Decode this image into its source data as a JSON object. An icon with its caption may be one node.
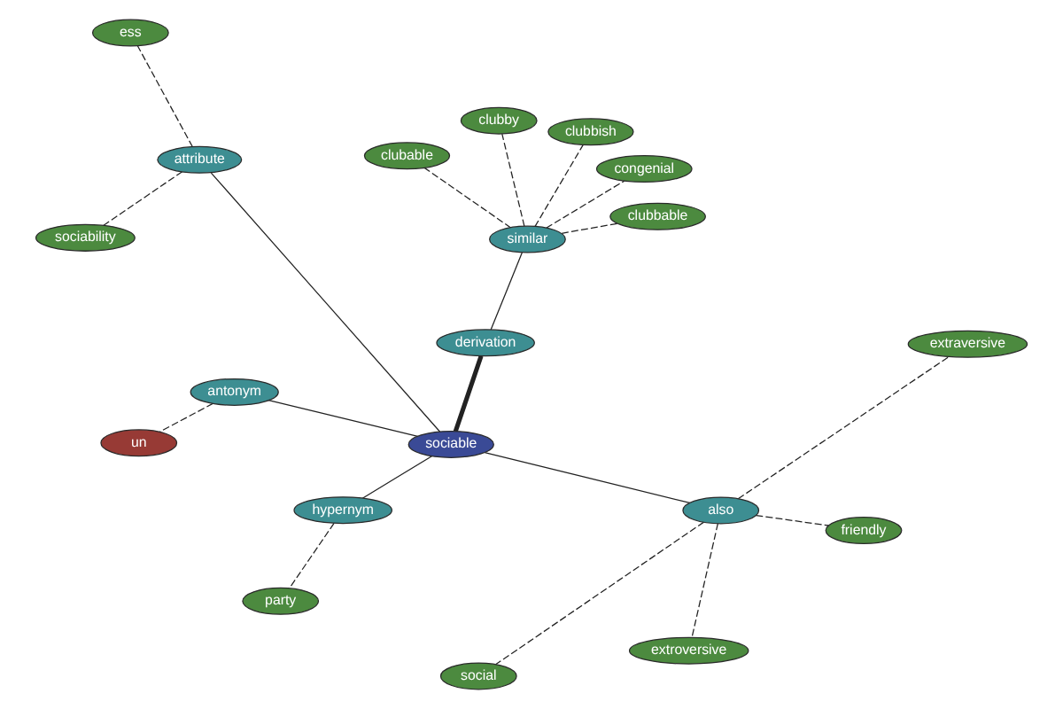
{
  "diagram": {
    "nodes": [
      {
        "text": [
          "ess"
        ]
      },
      {
        "text": [
          "sociability"
        ]
      },
      {
        "text": [
          "attribute"
        ]
      },
      {
        "text": [
          "un"
        ]
      },
      {
        "text": [
          "social"
        ]
      },
      {
        "text": [
          "antonym"
        ]
      },
      {
        "text": [
          "party"
        ]
      },
      {
        "text": [
          "hypernym"
        ]
      },
      {
        "text": [
          "sociable"
        ]
      },
      {
        "text": [
          "extroversive"
        ]
      },
      {
        "text": [
          "also"
        ]
      },
      {
        "text": [
          "friendly"
        ]
      },
      {
        "text": [
          "derivation"
        ]
      },
      {
        "text": [
          "extraversive"
        ]
      },
      {
        "text": [
          "clubbable"
        ]
      },
      {
        "text": [
          "similar"
        ]
      },
      {
        "text": [
          "congenial"
        ]
      },
      {
        "text": [
          "clubbish"
        ]
      },
      {
        "text": [
          "clubby"
        ]
      },
      {
        "text": [
          "clubable"
        ]
      }
    ],
    "edges": [
      {
        "from": 8,
        "to": 2,
        "arrow": "none"
      },
      {
        "from": 8,
        "to": 7,
        "arrow": "none"
      },
      {
        "from": 8,
        "to": 5,
        "arrow": "none"
      },
      {
        "from": 8,
        "to": 10,
        "arrow": "none"
      },
      {
        "from": 8,
        "to": 12,
        "arrow": "none",
        "style": "thick"
      },
      {
        "from": 12,
        "to": 15,
        "arrow": "none"
      },
      {
        "from": 2,
        "to": 1,
        "arrow": "none",
        "style": "dashed"
      },
      {
        "from": 2,
        "to": 0,
        "arrow": "none",
        "style": "dashed"
      },
      {
        "from": 7,
        "to": 6,
        "arrow": "none",
        "style": "dashed"
      },
      {
        "from": 5,
        "to": 3,
        "arrow": "none",
        "style": "dashed"
      },
      {
        "from": 10,
        "to": 4,
        "arrow": "none",
        "style": "dashed"
      },
      {
        "from": 10,
        "to": 9,
        "arrow": "none",
        "style": "dashed"
      },
      {
        "from": 10,
        "to": 11,
        "arrow": "none",
        "style": "dashed"
      },
      {
        "from": 10,
        "to": 13,
        "arrow": "none",
        "style": "dashed"
      },
      {
        "from": 15,
        "to": 14,
        "arrow": "none",
        "style": "dashed"
      },
      {
        "from": 15,
        "to": 16,
        "arrow": "none",
        "style": "dashed"
      },
      {
        "from": 15,
        "to": 17,
        "arrow": "none",
        "style": "dashed"
      },
      {
        "from": 15,
        "to": 18,
        "arrow": "none",
        "style": "dashed"
      },
      {
        "from": 15,
        "to": 19,
        "arrow": "none",
        "style": "dashed"
      }
    ]
  }
}
